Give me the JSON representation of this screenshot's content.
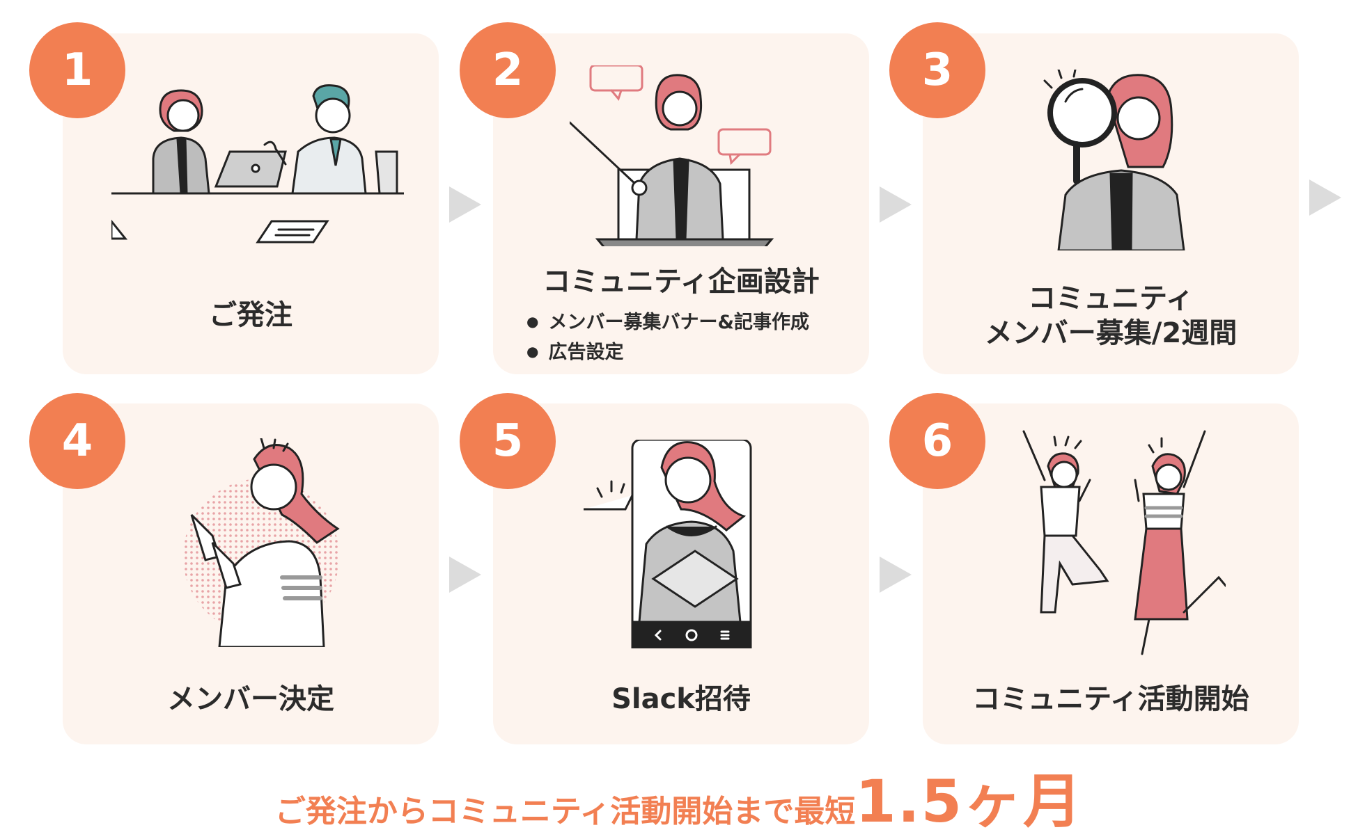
{
  "steps": [
    {
      "number": "1",
      "title": "ご発注"
    },
    {
      "number": "2",
      "title": "コミュニティ企画設計",
      "bullets": [
        "メンバー募集バナー&記事作成",
        "広告設定"
      ]
    },
    {
      "number": "3",
      "title_line1": "コミュニティ",
      "title_line2": "メンバー募集/2週間"
    },
    {
      "number": "4",
      "title": "メンバー決定"
    },
    {
      "number": "5",
      "title": "Slack招待"
    },
    {
      "number": "6",
      "title": "コミュニティ活動開始"
    }
  ],
  "footer": {
    "lead": "ご発注からコミュニティ活動開始まで最短",
    "highlight": "1.5ヶ月"
  },
  "colors": {
    "accent": "#f27f52",
    "card_bg": "#fdf4ee",
    "arrow": "#dcdcdc",
    "hair": "#e07a7f"
  }
}
